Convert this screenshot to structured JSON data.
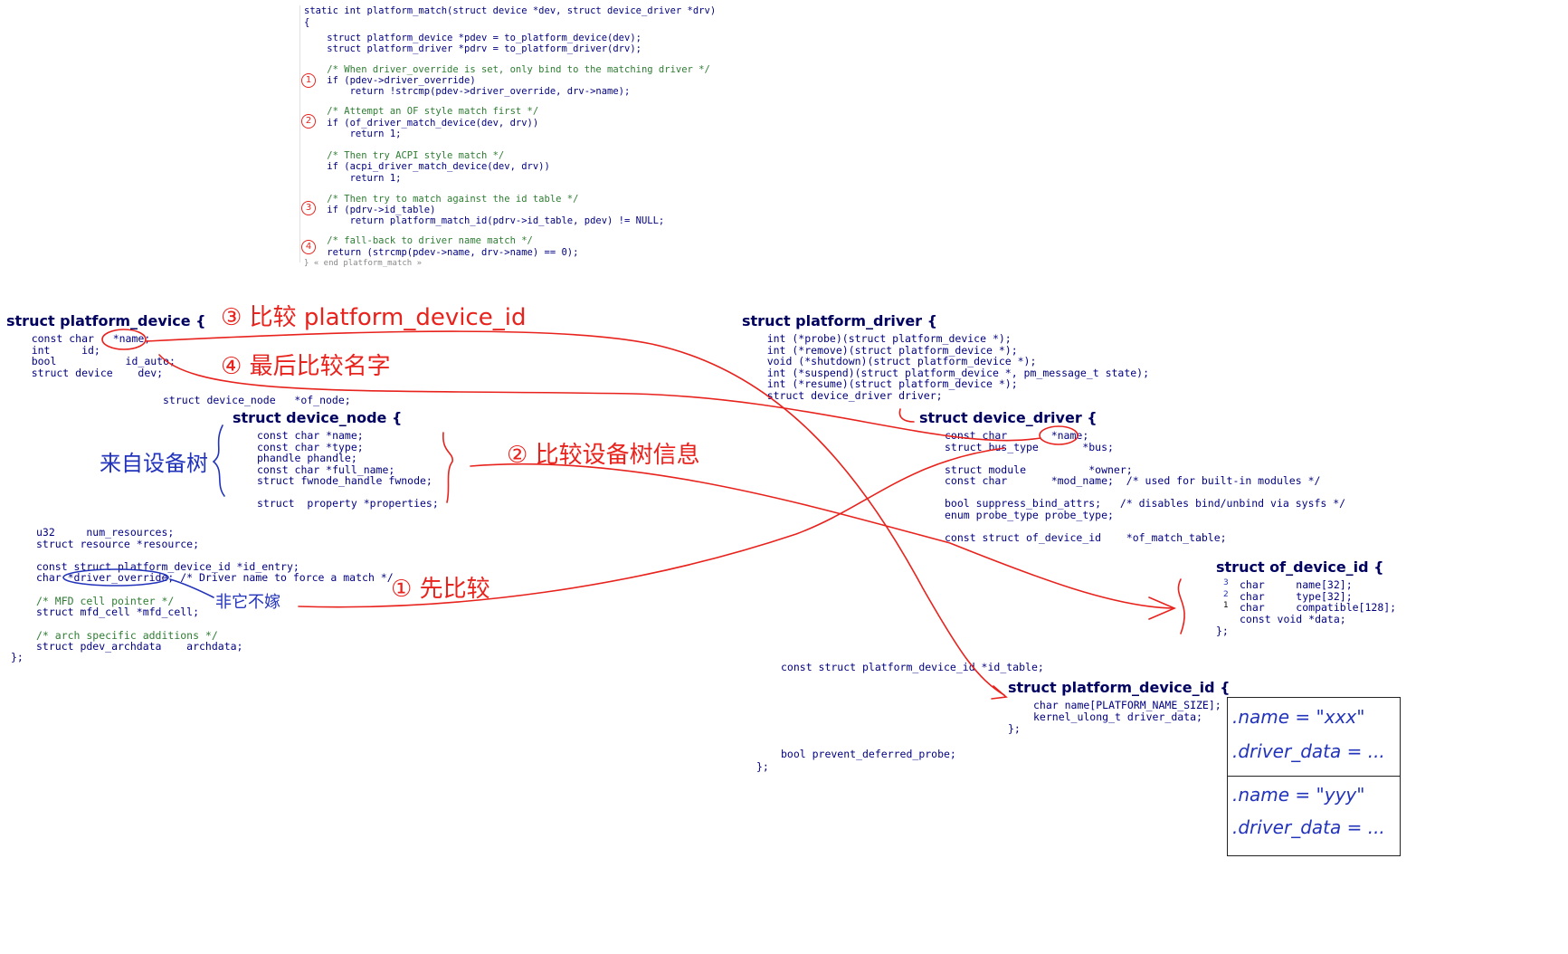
{
  "platform_match": {
    "lines": [
      "static int platform_match(struct device *dev, struct device_driver *drv)",
      "{",
      "    struct platform_device *pdev = to_platform_device(dev);",
      "    struct platform_driver *pdrv = to_platform_driver(drv);",
      "",
      "    /* When driver_override is set, only bind to the matching driver */",
      "    if (pdev->driver_override)",
      "        return !strcmp(pdev->driver_override, drv->name);",
      "",
      "    /* Attempt an OF style match first */",
      "    if (of_driver_match_device(dev, drv))",
      "        return 1;",
      "",
      "    /* Then try ACPI style match */",
      "    if (acpi_driver_match_device(dev, drv))",
      "        return 1;",
      "",
      "    /* Then try to match against the id table */",
      "    if (pdrv->id_table)",
      "        return platform_match_id(pdrv->id_table, pdev) != NULL;",
      "",
      "    /* fall-back to driver name match */",
      "    return (strcmp(pdev->name, drv->name) == 0);",
      "} « end platform_match »"
    ],
    "markers": [
      "1",
      "2",
      "3",
      "4"
    ]
  },
  "platform_device": {
    "header": "struct platform_device {",
    "lines": [
      "    const char   *name;",
      "    int     id;",
      "    bool           id_auto;",
      "    struct device    dev;"
    ],
    "of_node_line": "struct device_node   *of_node;",
    "tail_lines": [
      "u32     num_resources;",
      "struct resource *resource;",
      "",
      "const struct platform_device_id *id_entry;",
      "char *driver_override; /* Driver name to force a match */",
      "",
      "/* MFD cell pointer */",
      "struct mfd_cell *mfd_cell;",
      "",
      "/* arch specific additions */",
      "struct pdev_archdata    archdata;"
    ],
    "close": "};"
  },
  "device_node": {
    "header": "struct device_node {",
    "lines": [
      "const char *name;",
      "const char *type;",
      "phandle phandle;",
      "const char *full_name;",
      "struct fwnode_handle fwnode;",
      "",
      "struct  property *properties;"
    ]
  },
  "platform_driver": {
    "header": "struct platform_driver {",
    "lines": [
      "    int (*probe)(struct platform_device *);",
      "    int (*remove)(struct platform_device *);",
      "    void (*shutdown)(struct platform_device *);",
      "    int (*suspend)(struct platform_device *, pm_message_t state);",
      "    int (*resume)(struct platform_device *);",
      "    struct device_driver driver;"
    ],
    "id_table_line": "const struct platform_device_id *id_table;",
    "prevent_line": "bool prevent_deferred_probe;",
    "close": "};"
  },
  "device_driver": {
    "header": "struct device_driver {",
    "lines": [
      "const char       *name;",
      "struct bus_type       *bus;",
      "",
      "struct module          *owner;",
      "const char       *mod_name;  /* used for built-in modules */",
      "",
      "bool suppress_bind_attrs;   /* disables bind/unbind via sysfs */",
      "enum probe_type probe_type;",
      "",
      "const struct of_device_id    *of_match_table;"
    ]
  },
  "of_device_id": {
    "header": "struct of_device_id {",
    "lines": [
      "char     name[32];",
      "char     type[32];",
      "char     compatible[128];",
      "const void *data;"
    ],
    "close": "};",
    "markers": [
      "3",
      "2",
      "1"
    ]
  },
  "platform_device_id": {
    "header": "struct platform_device_id {",
    "lines": [
      "char name[PLATFORM_NAME_SIZE];",
      "kernel_ulong_t driver_data;"
    ],
    "close": "};"
  },
  "annotations": {
    "step3": "③ 比较 platform_device_id",
    "step4": "④ 最后比较名字",
    "step2": "② 比较设备树信息",
    "step1": "① 先比较",
    "device_tree": "来自设备树",
    "exclusive": "非它不嫁"
  },
  "id_table_box": {
    "row1_name": ".name = \"xxx\"",
    "row1_data": ".driver_data = ...",
    "row2_name": ".name = \"yyy\"",
    "row2_data": ".driver_data = ..."
  },
  "colors": {
    "annotation_red": "#e8221c",
    "annotation_blue": "#2233bb",
    "code_navy": "#000080",
    "comment_green": "#2e7d32"
  }
}
